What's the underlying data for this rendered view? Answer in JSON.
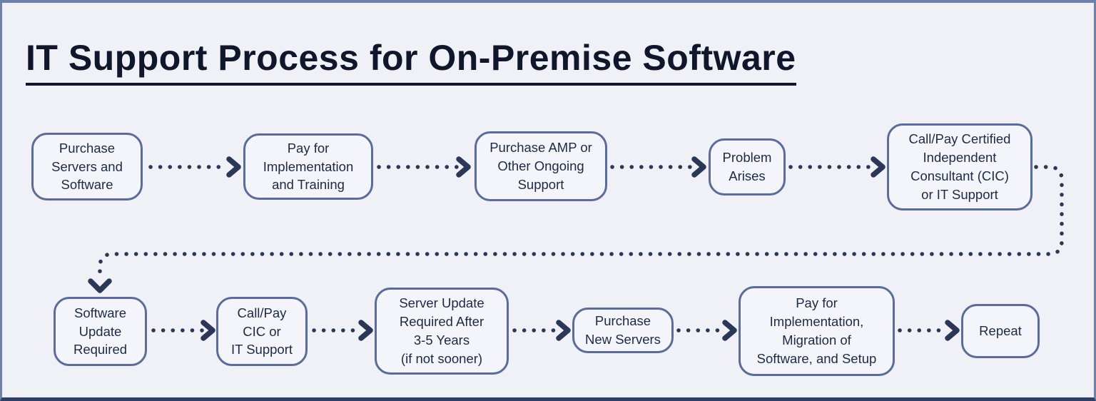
{
  "title": "IT Support Process for On-Premise Software",
  "colors": {
    "page_background": "#eff1f6",
    "frame_border": "#6f80aa",
    "frame_border_bottom": "#2e3f66",
    "node_border": "#5a6c9d",
    "node_fill": "#f3f5fa",
    "node_text": "#1d2946",
    "connector": "#2a3756",
    "title_text": "#10172c"
  },
  "nodes": [
    {
      "id": "purchase-servers-and-software",
      "lines": [
        "Purchase",
        "Servers and",
        "Software"
      ]
    },
    {
      "id": "pay-for-implementation-and-training",
      "lines": [
        "Pay for",
        "Implementation",
        "and Training"
      ]
    },
    {
      "id": "purchase-amp-or-other-ongoing-support",
      "lines": [
        "Purchase AMP or",
        "Other Ongoing",
        "Support"
      ]
    },
    {
      "id": "problem-arises",
      "lines": [
        "Problem",
        "Arises"
      ]
    },
    {
      "id": "call-pay-certified-independent-consultant",
      "lines": [
        "Call/Pay Certified",
        "Independent",
        "Consultant (CIC)",
        "or IT Support"
      ]
    },
    {
      "id": "software-update-required",
      "lines": [
        "Software",
        "Update",
        "Required"
      ]
    },
    {
      "id": "call-pay-cic-or-it-support",
      "lines": [
        "Call/Pay",
        "CIC or",
        "IT Support"
      ]
    },
    {
      "id": "server-update-required",
      "lines": [
        "Server Update",
        "Required After",
        "3-5 Years",
        "(if not sooner)"
      ]
    },
    {
      "id": "purchase-new-servers",
      "lines": [
        "Purchase",
        "New Servers"
      ]
    },
    {
      "id": "pay-for-implementation-migration-setup",
      "lines": [
        "Pay for",
        "Implementation,",
        "Migration of",
        "Software, and Setup"
      ]
    },
    {
      "id": "repeat",
      "lines": [
        "Repeat"
      ]
    }
  ],
  "connections": [
    "purchase-servers-and-software -> pay-for-implementation-and-training",
    "pay-for-implementation-and-training -> purchase-amp-or-other-ongoing-support",
    "purchase-amp-or-other-ongoing-support -> problem-arises",
    "problem-arises -> call-pay-certified-independent-consultant",
    "call-pay-certified-independent-consultant -> software-update-required",
    "software-update-required -> call-pay-cic-or-it-support",
    "call-pay-cic-or-it-support -> server-update-required",
    "server-update-required -> purchase-new-servers",
    "purchase-new-servers -> pay-for-implementation-migration-setup",
    "pay-for-implementation-migration-setup -> repeat"
  ]
}
